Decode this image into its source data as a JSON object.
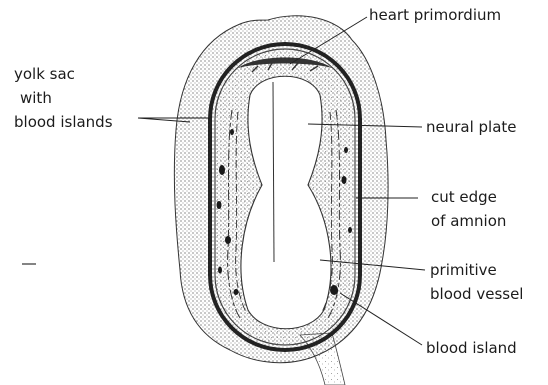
{
  "labels": {
    "heart_primordium": "heart primordium",
    "yolk_sac": [
      "yolk sac",
      "with",
      "blood islands"
    ],
    "neural_plate": "neural plate",
    "cut_edge": [
      "cut edge",
      "of amnion"
    ],
    "primitive_vessel": [
      "primitive",
      "blood vessel"
    ],
    "blood_island": "blood island"
  },
  "colors": {
    "ink": "#1c1c1c",
    "stipple": "#555555",
    "background": "#ffffff"
  }
}
